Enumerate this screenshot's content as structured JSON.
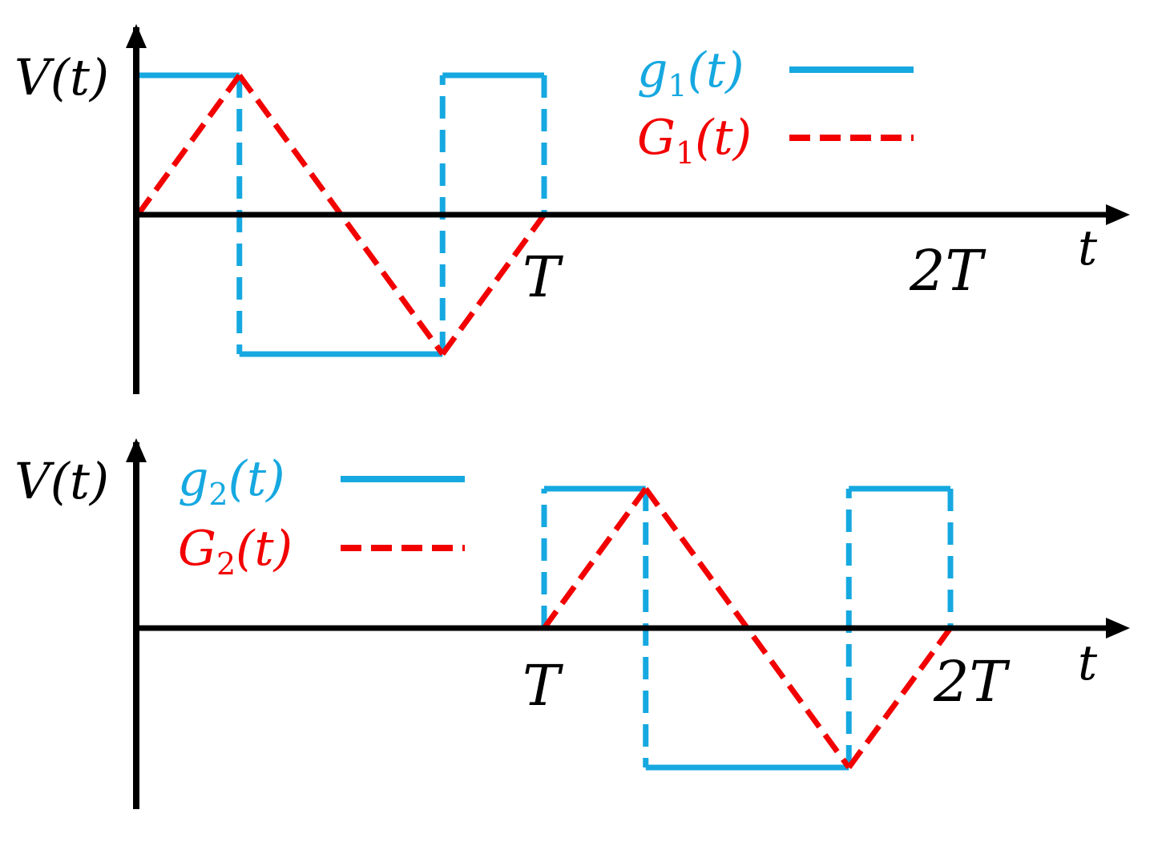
{
  "colors": {
    "axis": "#000000",
    "g": "#16a8e0",
    "G": "#f20000"
  },
  "panels": [
    {
      "id": "top",
      "y_axis_label": "V(t)",
      "x_axis_label": "t",
      "tick_labels": [
        "T",
        "2T"
      ],
      "legend": [
        {
          "base": "g",
          "sub": "1",
          "arg": "(t)",
          "style": "solid",
          "color_key": "g"
        },
        {
          "base": "G",
          "sub": "1",
          "arg": "(t)",
          "style": "dashed",
          "color_key": "G"
        }
      ],
      "series_g": {
        "name": "g1(t)",
        "points": [
          [
            0,
            1
          ],
          [
            0.25,
            1
          ],
          [
            0.25,
            -1
          ],
          [
            0.75,
            -1
          ],
          [
            0.75,
            1
          ],
          [
            1,
            1
          ],
          [
            1,
            0
          ],
          [
            2,
            0
          ]
        ],
        "dashed_segments": [
          1,
          3,
          5
        ]
      },
      "series_G": {
        "name": "G1(t)",
        "points": [
          [
            0,
            0
          ],
          [
            0.25,
            1
          ],
          [
            0.75,
            -1
          ],
          [
            1,
            0
          ]
        ]
      }
    },
    {
      "id": "bottom",
      "y_axis_label": "V(t)",
      "x_axis_label": "t",
      "tick_labels": [
        "T",
        "2T"
      ],
      "legend": [
        {
          "base": "g",
          "sub": "2",
          "arg": "(t)",
          "style": "solid",
          "color_key": "g"
        },
        {
          "base": "G",
          "sub": "2",
          "arg": "(t)",
          "style": "dashed",
          "color_key": "G"
        }
      ],
      "series_g": {
        "name": "g2(t)",
        "points": [
          [
            0,
            0
          ],
          [
            1,
            0
          ],
          [
            1,
            1
          ],
          [
            1.25,
            1
          ],
          [
            1.25,
            -1
          ],
          [
            1.75,
            -1
          ],
          [
            1.75,
            1
          ],
          [
            2,
            1
          ],
          [
            2,
            0
          ]
        ],
        "dashed_segments": [
          1,
          3,
          5,
          7
        ]
      },
      "series_G": {
        "name": "G2(t)",
        "points": [
          [
            1,
            0
          ],
          [
            1.25,
            1
          ],
          [
            1.75,
            -1
          ],
          [
            2,
            0
          ]
        ]
      }
    }
  ]
}
